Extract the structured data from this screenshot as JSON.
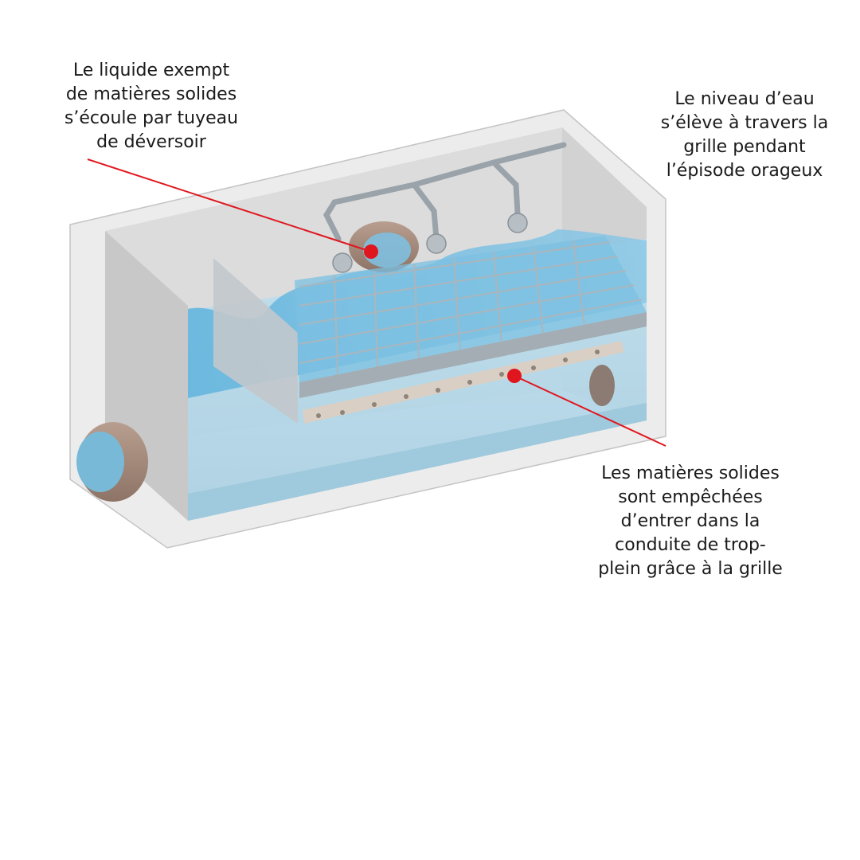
{
  "callouts": {
    "overflow": {
      "lines": [
        "Le liquide exempt",
        "de matières solides",
        "s’écoule par tuyeau",
        "de déversoir"
      ]
    },
    "water_level": {
      "lines": [
        "Le niveau d’eau",
        "s’élève à travers la",
        "grille pendant",
        "l’épisode orageux"
      ]
    },
    "solids": {
      "lines": [
        "Les matières solides",
        "sont empêchées",
        "d’entrer dans la",
        "conduite de trop-",
        "plein grâce à la grille"
      ]
    }
  },
  "colors": {
    "concrete": "#e6e6e6",
    "water": "#8fc6e0",
    "pipe": "#a0877a",
    "marker": "#e0161e",
    "grate": "#9aa4ab"
  }
}
